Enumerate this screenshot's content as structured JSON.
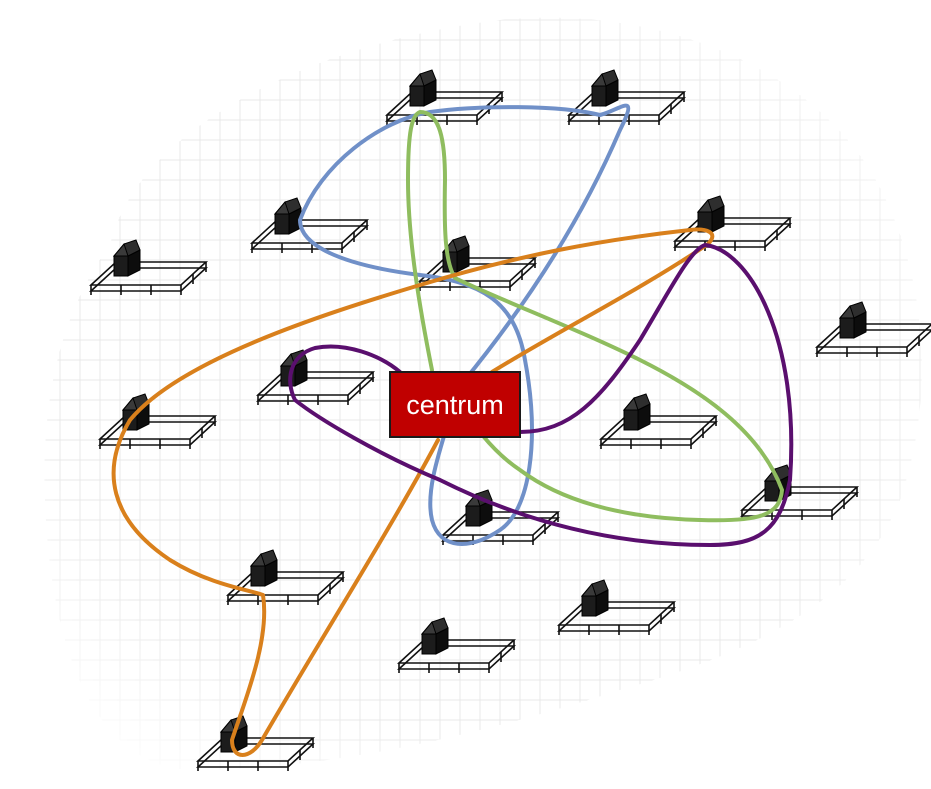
{
  "center": {
    "label": "centrum",
    "fill_color": "#c00000",
    "border_color": "#1a1a1a",
    "text_color": "#ffffff"
  },
  "farms": [
    {
      "id": "farm-1"
    },
    {
      "id": "farm-2"
    },
    {
      "id": "farm-3"
    },
    {
      "id": "farm-4"
    },
    {
      "id": "farm-5"
    },
    {
      "id": "farm-6"
    },
    {
      "id": "farm-7"
    },
    {
      "id": "farm-8"
    },
    {
      "id": "farm-9"
    },
    {
      "id": "farm-10"
    },
    {
      "id": "farm-11"
    },
    {
      "id": "farm-12"
    },
    {
      "id": "farm-13"
    },
    {
      "id": "farm-14"
    },
    {
      "id": "farm-15"
    },
    {
      "id": "farm-16"
    },
    {
      "id": "farm-17"
    },
    {
      "id": "farm-18"
    }
  ],
  "routes": [
    {
      "id": "route-blue",
      "color": "#7090c8"
    },
    {
      "id": "route-green",
      "color": "#8fbd5f"
    },
    {
      "id": "route-orange",
      "color": "#d9801c"
    },
    {
      "id": "route-purple",
      "color": "#5a0f6e"
    }
  ],
  "grid_color": "#e9e9e9"
}
